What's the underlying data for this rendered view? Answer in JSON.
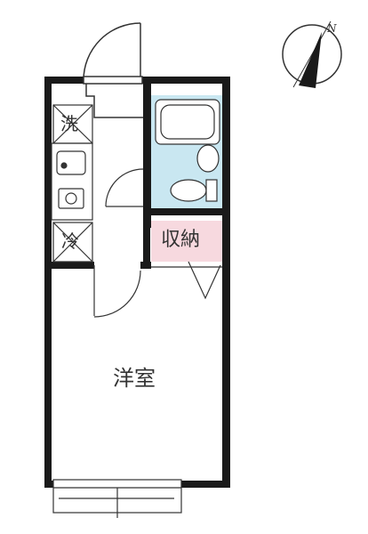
{
  "compass": {
    "north": "N"
  },
  "rooms": {
    "western_room": "洋室",
    "storage": "収納"
  },
  "marks": {
    "washer": "洗",
    "fridge": "冷"
  },
  "colors": {
    "wall": "#1a1a1a",
    "bathroom_fill": "#c9e7f1",
    "storage_fill": "#f7d9df",
    "line": "#333333"
  }
}
